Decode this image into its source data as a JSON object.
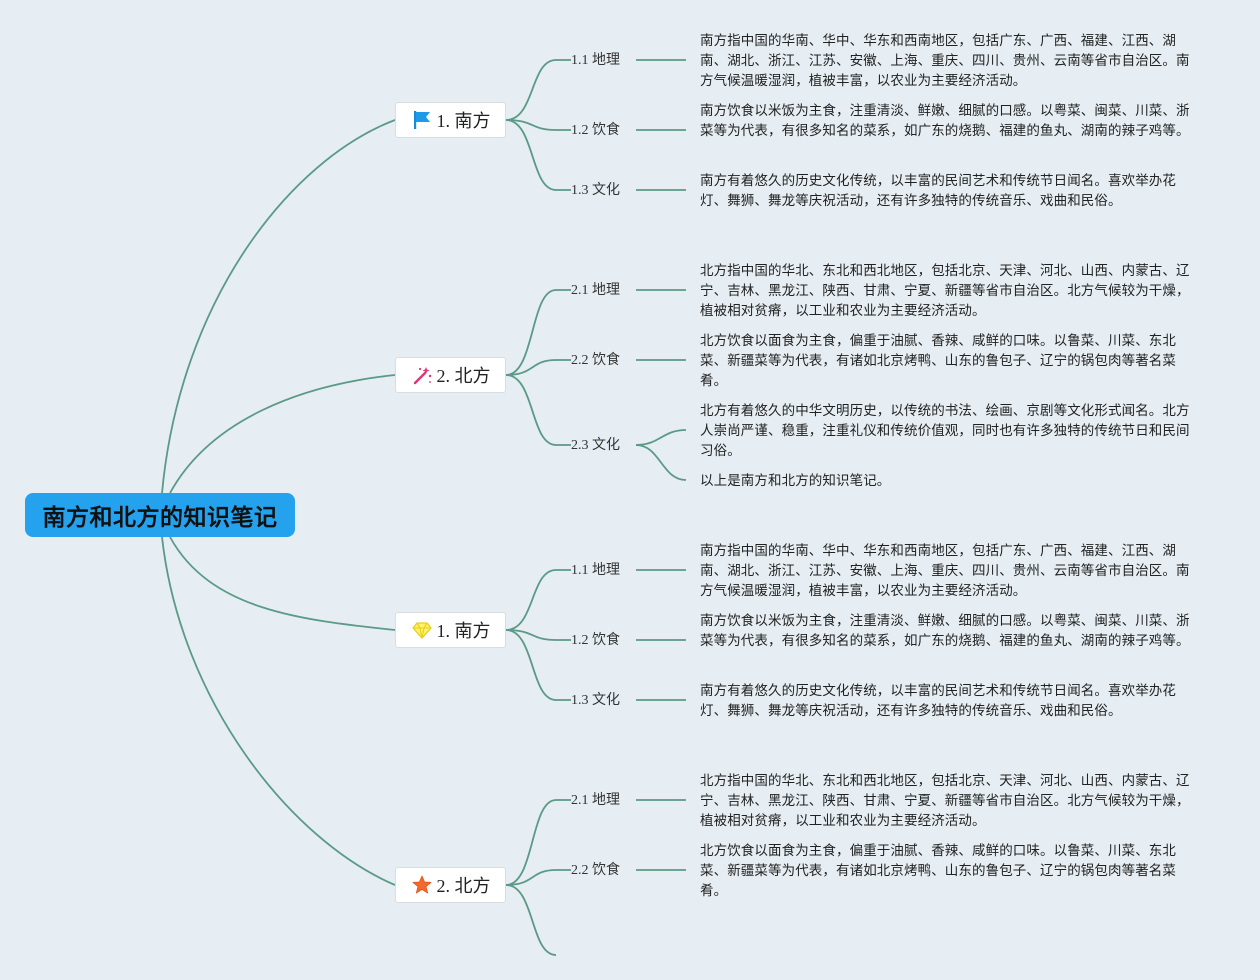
{
  "root": {
    "title": "南方和北方的知识笔记"
  },
  "branches": [
    {
      "label": "1. 南方",
      "icon": "blue-flag-icon",
      "subs": [
        {
          "label": "1.1 地理",
          "notes": [
            "南方指中国的华南、华中、华东和西南地区，包括广东、广西、福建、江西、湖南、湖北、浙江、江苏、安徽、上海、重庆、四川、贵州、云南等省市自治区。南方气候温暖湿润，植被丰富，以农业为主要经济活动。"
          ]
        },
        {
          "label": "1.2 饮食",
          "notes": [
            "南方饮食以米饭为主食，注重清淡、鲜嫩、细腻的口感。以粤菜、闽菜、川菜、浙菜等为代表，有很多知名的菜系，如广东的烧鹅、福建的鱼丸、湖南的辣子鸡等。"
          ]
        },
        {
          "label": "1.3 文化",
          "notes": [
            "南方有着悠久的历史文化传统，以丰富的民间艺术和传统节日闻名。喜欢举办花灯、舞狮、舞龙等庆祝活动，还有许多独特的传统音乐、戏曲和民俗。"
          ]
        }
      ]
    },
    {
      "label": "2. 北方",
      "icon": "magic-wand-icon",
      "subs": [
        {
          "label": "2.1 地理",
          "notes": [
            "北方指中国的华北、东北和西北地区，包括北京、天津、河北、山西、内蒙古、辽宁、吉林、黑龙江、陕西、甘肃、宁夏、新疆等省市自治区。北方气候较为干燥，植被相对贫瘠，以工业和农业为主要经济活动。"
          ]
        },
        {
          "label": "2.2 饮食",
          "notes": [
            "北方饮食以面食为主食，偏重于油腻、香辣、咸鲜的口味。以鲁菜、川菜、东北菜、新疆菜等为代表，有诸如北京烤鸭、山东的鲁包子、辽宁的锅包肉等著名菜肴。"
          ]
        },
        {
          "label": "2.3 文化",
          "notes": [
            "北方有着悠久的中华文明历史，以传统的书法、绘画、京剧等文化形式闻名。北方人崇尚严谨、稳重，注重礼仪和传统价值观，同时也有许多独特的传统节日和民间习俗。",
            "以上是南方和北方的知识笔记。"
          ]
        }
      ]
    },
    {
      "label": "1. 南方",
      "icon": "diamond-icon",
      "subs": [
        {
          "label": "1.1 地理",
          "notes": [
            "南方指中国的华南、华中、华东和西南地区，包括广东、广西、福建、江西、湖南、湖北、浙江、江苏、安徽、上海、重庆、四川、贵州、云南等省市自治区。南方气候温暖湿润，植被丰富，以农业为主要经济活动。"
          ]
        },
        {
          "label": "1.2 饮食",
          "notes": [
            "南方饮食以米饭为主食，注重清淡、鲜嫩、细腻的口感。以粤菜、闽菜、川菜、浙菜等为代表，有很多知名的菜系，如广东的烧鹅、福建的鱼丸、湖南的辣子鸡等。"
          ]
        },
        {
          "label": "1.3 文化",
          "notes": [
            "南方有着悠久的历史文化传统，以丰富的民间艺术和传统节日闻名。喜欢举办花灯、舞狮、舞龙等庆祝活动，还有许多独特的传统音乐、戏曲和民俗。"
          ]
        }
      ]
    },
    {
      "label": "2. 北方",
      "icon": "star-icon",
      "subs": [
        {
          "label": "2.1 地理",
          "notes": [
            "北方指中国的华北、东北和西北地区，包括北京、天津、河北、山西、内蒙古、辽宁、吉林、黑龙江、陕西、甘肃、宁夏、新疆等省市自治区。北方气候较为干燥，植被相对贫瘠，以工业和农业为主要经济活动。"
          ]
        },
        {
          "label": "2.2 饮食",
          "notes": [
            "北方饮食以面食为主食，偏重于油腻、香辣、咸鲜的口味。以鲁菜、川菜、东北菜、新疆菜等为代表，有诸如北京烤鸭、山东的鲁包子、辽宁的锅包肉等著名菜肴。"
          ]
        }
      ]
    }
  ],
  "colors": {
    "link": "#5a9a86",
    "root": "#25a2ee"
  }
}
